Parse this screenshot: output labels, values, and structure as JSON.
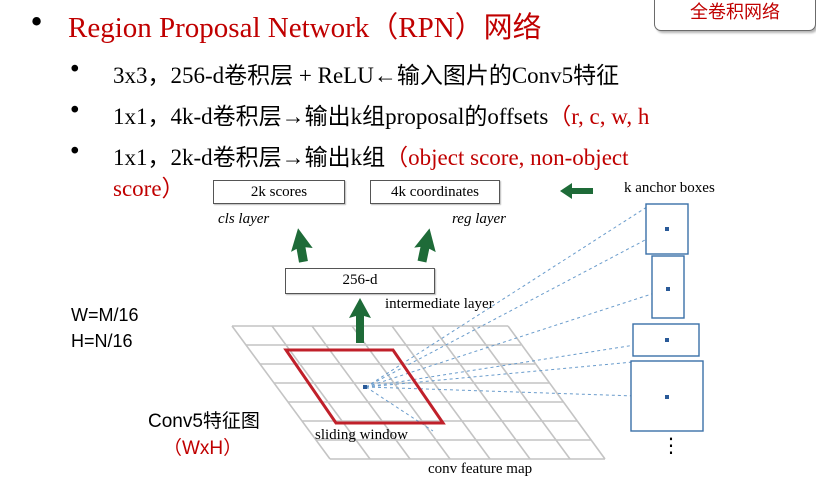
{
  "title": {
    "bullet": "•",
    "text": "Region Proposal Network（RPN）网络"
  },
  "tag_label": "全卷积网络",
  "bullets": [
    {
      "bullet": "•",
      "text": "3x3，256-d卷积层 + ReLU←输入图片的Conv5特征",
      "red": ""
    },
    {
      "bullet": "•",
      "text": "1x1，4k-d卷积层→输出k组proposal的offsets",
      "red": "（r, c, w, h"
    },
    {
      "bullet": "•",
      "text": "1x1，2k-d卷积层→输出k组",
      "red": "（object score, non-object"
    }
  ],
  "bullet3_wrap": "score）",
  "diagram": {
    "cls_box_label": "2k scores",
    "reg_box_label": "4k coordinates",
    "cls_layer": "cls layer",
    "reg_layer": "reg layer",
    "inter_box_label": "256-d",
    "inter_layer": "intermediate layer",
    "anchor_label": "k anchor boxes",
    "sliding_window": "sliding window",
    "feature_map": "conv feature map",
    "vdots": "⋮",
    "w_formula": "W=M/16",
    "h_formula": "H=N/16",
    "conv5_label": "Conv5特征图",
    "wh_label": "（WxH）"
  },
  "colors": {
    "title_red": "#c00000",
    "arrow_green": "#1e6b38",
    "anchor_blue": "#3a70a8",
    "window_red": "#c0202a"
  }
}
